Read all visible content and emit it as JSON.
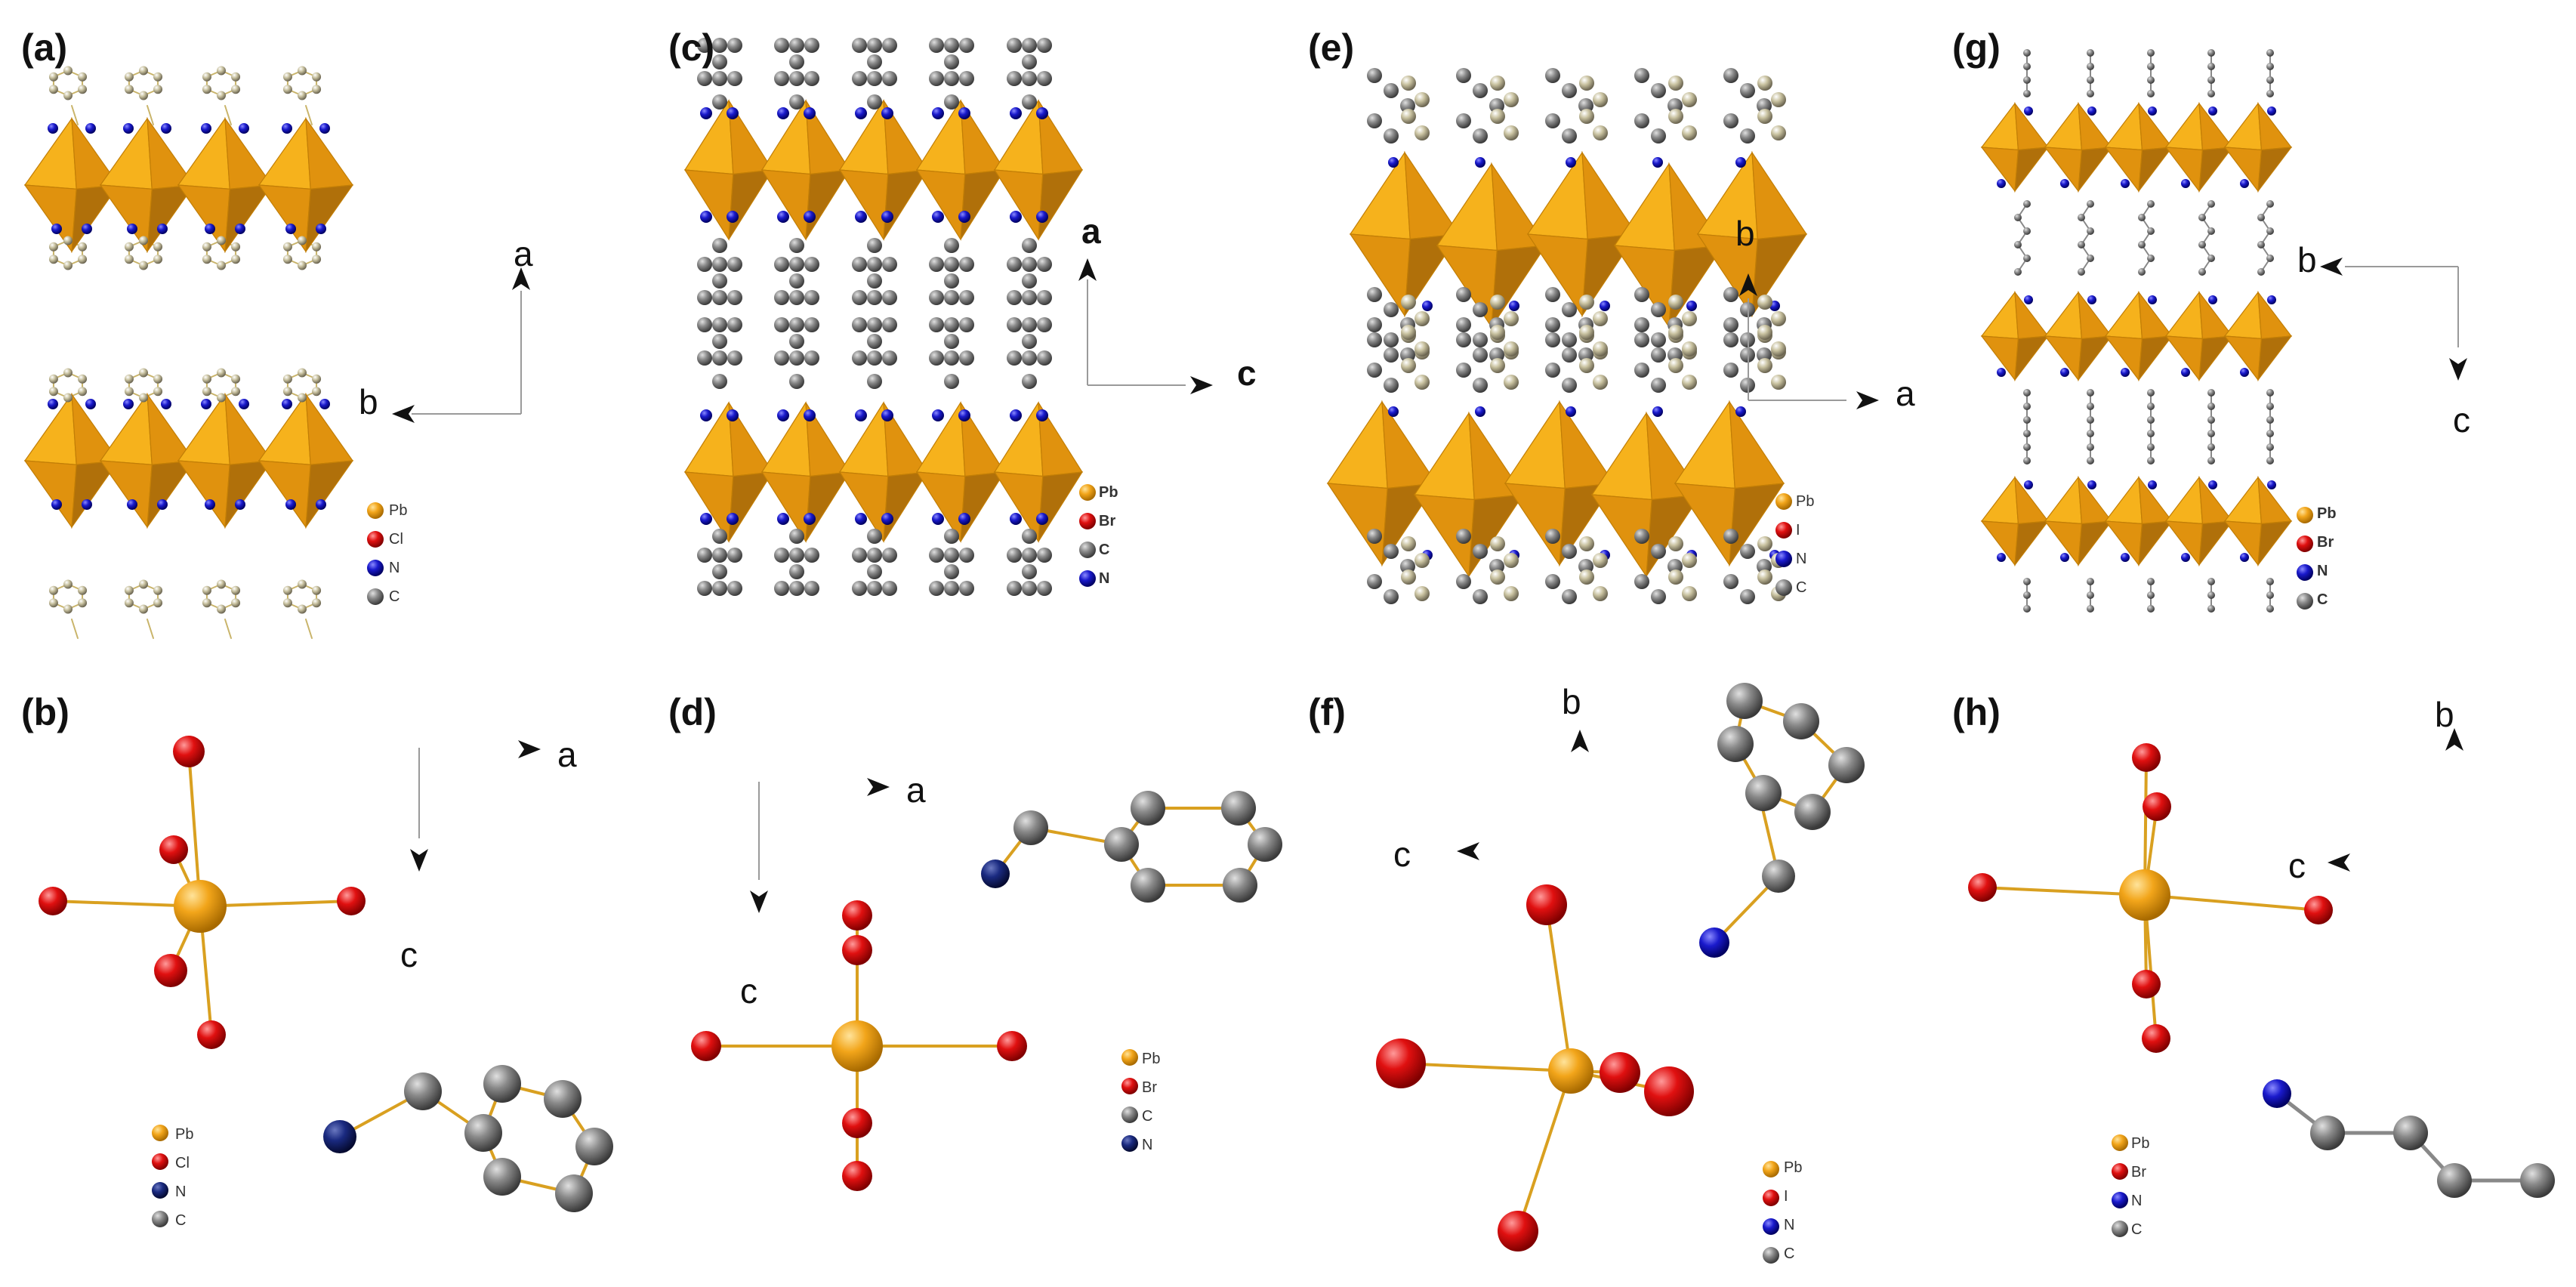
{
  "colors": {
    "pb": "#f2a51a",
    "halide": "#e01010",
    "nitrogen": "#1a1acc",
    "nitrogen_dark": "#1a2a80",
    "carbon": "#8a8a8a",
    "carbon_light": "#b9b39a",
    "bond": "#d9a020",
    "octa_light": "#f6b21c",
    "octa_dark": "#b0700a",
    "octa_mid": "#e0920e"
  },
  "panels": [
    {
      "id": "a",
      "label": "(a)",
      "axes": {
        "up": "a",
        "left": "b"
      },
      "legend": [
        "Pb",
        "Cl",
        "N",
        "C"
      ]
    },
    {
      "id": "b",
      "label": "(b)",
      "axes": {
        "right": "a",
        "down": "c"
      },
      "legend": [
        "Pb",
        "Cl",
        "N",
        "C"
      ]
    },
    {
      "id": "c",
      "label": "(c)",
      "axes": {
        "up": "a",
        "right": "c"
      },
      "legend": [
        "Pb",
        "Br",
        "C",
        "N"
      ]
    },
    {
      "id": "d",
      "label": "(d)",
      "axes": {
        "right": "a",
        "down": "c"
      },
      "legend": [
        "Pb",
        "Br",
        "C",
        "N"
      ]
    },
    {
      "id": "e",
      "label": "(e)",
      "axes": {
        "up": "b",
        "right": "a"
      },
      "legend": [
        "Pb",
        "I",
        "N",
        "C"
      ]
    },
    {
      "id": "f",
      "label": "(f)",
      "axes": {
        "up": "b",
        "left": "c"
      },
      "legend": [
        "Pb",
        "I",
        "N",
        "C"
      ]
    },
    {
      "id": "g",
      "label": "(g)",
      "axes": {
        "left": "b",
        "down": "c"
      },
      "legend": [
        "Pb",
        "Br",
        "N",
        "C"
      ]
    },
    {
      "id": "h",
      "label": "(h)",
      "axes": {
        "up": "b",
        "left": "c"
      },
      "legend": [
        "Pb",
        "Br",
        "N",
        "C"
      ]
    }
  ]
}
